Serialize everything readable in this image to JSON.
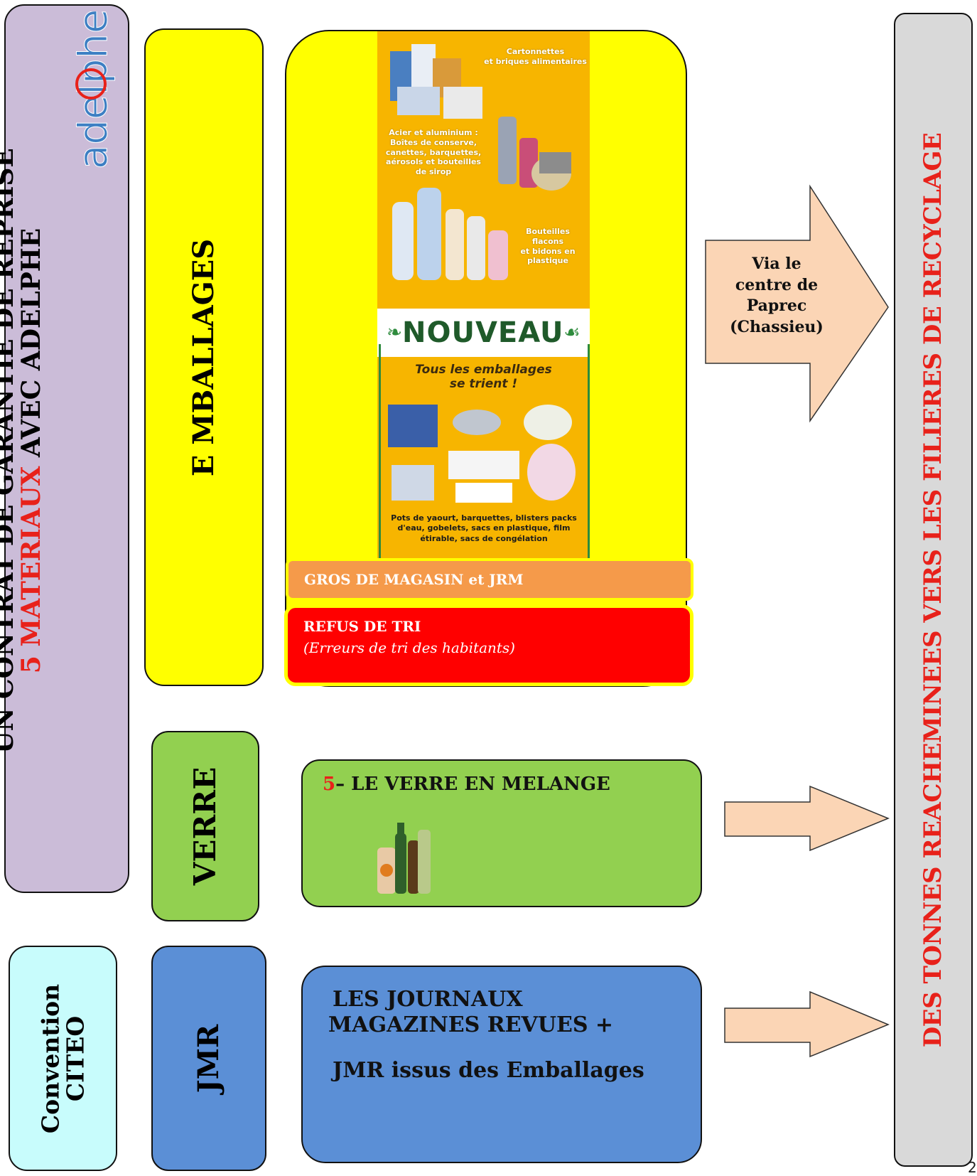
{
  "left": {
    "contract_line1": "UN CONTRAT DE GARANTIE DE REPRISE",
    "contract_num": "5",
    "contract_materiaux": "MATERIAUX",
    "contract_avec": "AVEC ADELPHE",
    "logo_text": "adelphe",
    "citeo_line1": "Convention",
    "citeo_line2": "CITEO"
  },
  "categories": {
    "emballages": "E MBALLAGES",
    "verre": "VERRE",
    "jmr": "JMR"
  },
  "poster": {
    "item1": "Cartonnettes\net briques alimentaires",
    "item2": "Acier et aluminium :\nBoîtes de conserve,\ncanettes, barquettes,\naérosols et bouteilles\nde sirop",
    "item3": "Bouteilles\nflacons\net bidons en\nplastique",
    "nouveau": "NOUVEAU",
    "tous": "Tous les emballages\nse trient !",
    "pots": "Pots de yaourt, barquettes, blisters packs d'eau, gobelets, sacs en plastique, film étirable, sacs de congélation"
  },
  "emballages_boxes": {
    "gros": "GROS DE MAGASIN et JRM",
    "refus_title": "REFUS DE TRI",
    "refus_sub": "(Erreurs de tri des habitants)"
  },
  "verre_box": {
    "num": "5",
    "text": "– LE VERRE EN MELANGE"
  },
  "jmr_box": {
    "line1": "LES JOURNAUX",
    "line2": "MAGAZINES REVUES +",
    "line3": "JMR issus des Emballages"
  },
  "arrow": {
    "line1": "Via le",
    "line2": "centre de",
    "line3": "Paprec",
    "line4": "(Chassieu)"
  },
  "recycle": {
    "part1": "DES TONNES REACHEMINEES VERS LES ",
    "part2": "FILIERES DE RECYCLAGE"
  },
  "page_number": "2",
  "colors": {
    "purple": "#cbbcd8",
    "yellow": "#ffff00",
    "green": "#92d050",
    "blue": "#5b8fd6",
    "red": "#ff0000",
    "orange": "#f59a4a",
    "arrow_fill": "#fbd5b5",
    "gray": "#d9d9d9"
  }
}
